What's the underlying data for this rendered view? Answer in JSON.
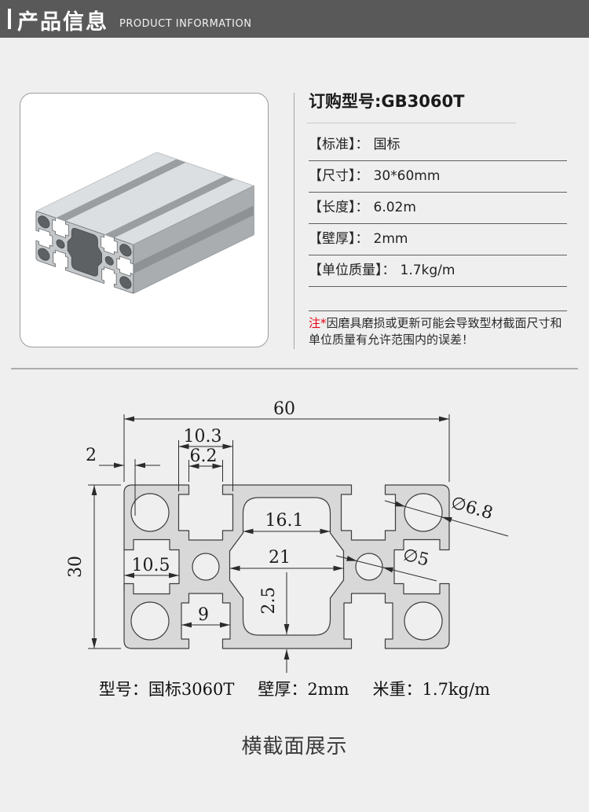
{
  "page": {
    "bg_color": "#efefef"
  },
  "header": {
    "bg_color": "#595959",
    "title": "产品信息",
    "subtitle": "PRODUCT INFORMATION"
  },
  "product": {
    "model_title": "订购型号:GB3060T",
    "specs": [
      {
        "label": "【标准】：",
        "value": "国标"
      },
      {
        "label": "【尺寸】：",
        "value": "30*60mm"
      },
      {
        "label": "【长度】：",
        "value": "6.02m"
      },
      {
        "label": "【壁厚】：",
        "value": "2mm"
      },
      {
        "label": "【单位质量】：",
        "value": "1.7kg/m"
      }
    ],
    "note": {
      "mark": "注*",
      "mark_color": "#e60012",
      "line1": "因磨具磨损或更新可能会导致型材截面尺寸和",
      "line2": "单位质量有允许范围内的误差！"
    }
  },
  "drawing": {
    "material_color": "#d8d8d9",
    "dims": {
      "overall_width": "60",
      "overall_height": "30",
      "slot_cavity_width": "10.3",
      "slot_opening": "6.2",
      "wall_thickness": "2",
      "cavity_top_width": "16.1",
      "cavity_mid_width": "21",
      "side_slot_depth": "10.5",
      "bottom_slot_width": "9",
      "bottom_wall": "2.5",
      "corner_hole_dia": "∅6.8",
      "center_hole_dia": "∅5"
    },
    "caption": {
      "model": "型号：国标3060T",
      "wall": "壁厚：2mm",
      "weight": "米重：1.7kg/m"
    }
  },
  "footer": {
    "section_title": "横截面展示"
  }
}
